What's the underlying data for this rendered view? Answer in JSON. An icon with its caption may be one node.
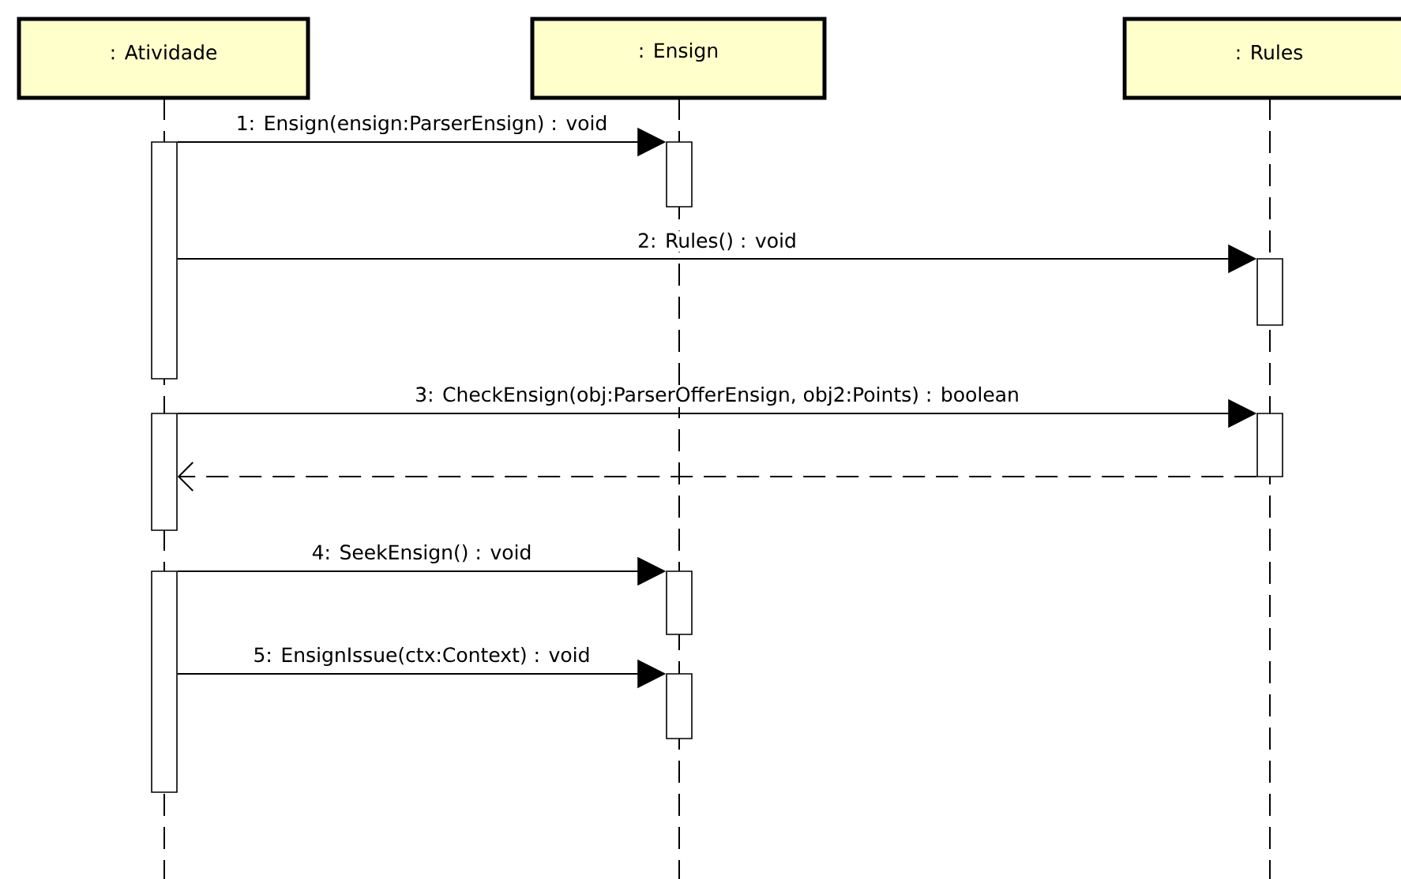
{
  "diagram": {
    "nodes": [
      {
        "text": [
          ": Atividade"
        ]
      },
      {
        "text": [
          ": Ensign"
        ]
      },
      {
        "text": [
          ": Rules"
        ]
      },
      {
        "text": [],
        "shape": "bar"
      },
      {
        "text": [],
        "shape": "bar"
      },
      {
        "text": [],
        "shape": "bar"
      },
      {
        "text": [],
        "shape": "bar"
      },
      {
        "text": [],
        "shape": "bar"
      },
      {
        "text": [],
        "shape": "bar"
      },
      {
        "text": [],
        "shape": "bar"
      },
      {
        "text": [],
        "shape": "bar"
      }
    ],
    "edges": [
      {
        "from": 3,
        "to": 4,
        "arrow": "to",
        "label": "1: Ensign(ensign:ParserEnsign) : void"
      },
      {
        "from": 3,
        "to": 5,
        "arrow": "to",
        "label": "2: Rules() : void"
      },
      {
        "from": 6,
        "to": 7,
        "arrow": "to",
        "label": "3: CheckEnsign(obj:ParserOfferEnsign, obj2:Points) : boolean"
      },
      {
        "from": 7,
        "to": 6,
        "arrow": "to",
        "style": "dashed"
      },
      {
        "from": 8,
        "to": 9,
        "arrow": "to",
        "label": "4: SeekEnsign() : void"
      },
      {
        "from": 8,
        "to": 10,
        "arrow": "to",
        "label": "5: EnsignIssue(ctx:Context) : void"
      }
    ]
  }
}
